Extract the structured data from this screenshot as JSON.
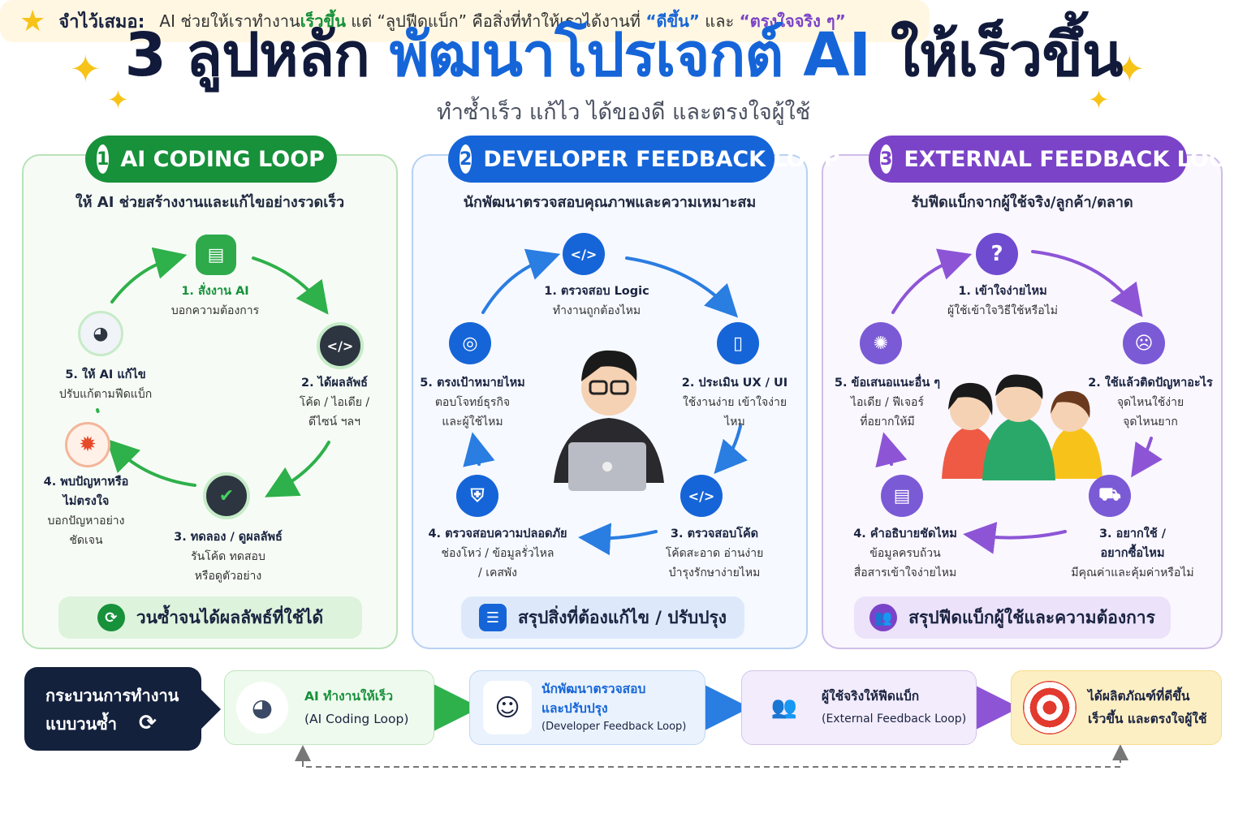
{
  "title": {
    "part1": "3 ลูปหลัก",
    "part2": "พัฒนาโปรเจกต์ AI",
    "part3": "ให้เร็วขึ้น"
  },
  "subtitle": "ทำซ้ำเร็ว แก้ไว ได้ของดี และตรงใจผู้ใช้",
  "colors": {
    "green": "#17913a",
    "blue": "#1565d8",
    "purple": "#7b43c8",
    "navy": "#111a3a",
    "yellow": "#f7c318"
  },
  "loops": [
    {
      "num": "1",
      "title": "AI CODING LOOP",
      "tagline": "ให้ AI ช่วยสร้างงานและแก้ไขอย่างรวดเร็ว",
      "steps": [
        {
          "title": "1. สั่งงาน AI",
          "desc": [
            "บอกความต้องการ"
          ],
          "icon": "chat-icon"
        },
        {
          "title": "2. ได้ผลลัพธ์",
          "desc": [
            "โค้ด / ไอเดีย /",
            "ดีไซน์ ฯลฯ"
          ],
          "icon": "code-window-icon"
        },
        {
          "title": "3. ทดลอง / ดูผลลัพธ์",
          "desc": [
            "รันโค้ด ทดสอบ",
            "หรือดูตัวอย่าง"
          ],
          "icon": "monitor-check-icon"
        },
        {
          "title": "4. พบปัญหาหรือ",
          "title2": "ไม่ตรงใจ",
          "desc": [
            "บอกปัญหาอย่าง",
            "ชัดเจน"
          ],
          "icon": "bug-icon"
        },
        {
          "title": "5. ให้ AI แก้ไข",
          "desc": [
            "ปรับแก้ตามฟีดแบ็ก"
          ],
          "icon": "robot-icon"
        }
      ],
      "footer": "วนซ้ำจนได้ผลลัพธ์ที่ใช้ได้"
    },
    {
      "num": "2",
      "title": "DEVELOPER FEEDBACK LOOP",
      "tagline": "นักพัฒนาตรวจสอบคุณภาพและความเหมาะสม",
      "steps": [
        {
          "title": "1. ตรวจสอบ Logic",
          "desc": [
            "ทำงานถูกต้องไหม"
          ],
          "icon": "code-icon"
        },
        {
          "title": "2. ประเมิน UX / UI",
          "desc": [
            "ใช้งานง่าย เข้าใจง่ายไหม"
          ],
          "icon": "phone-icon"
        },
        {
          "title": "3. ตรวจสอบโค้ด",
          "desc": [
            "โค้ดสะอาด อ่านง่าย",
            "บำรุงรักษาง่ายไหม"
          ],
          "icon": "code-icon"
        },
        {
          "title": "4. ตรวจสอบความปลอดภัย",
          "desc": [
            "ช่องโหว่ / ข้อมูลรั่วไหล",
            "/ เคสพัง"
          ],
          "icon": "shield-icon"
        },
        {
          "title": "5. ตรงเป้าหมายไหม",
          "desc": [
            "ตอบโจทย์ธุรกิจ",
            "และผู้ใช้ไหม"
          ],
          "icon": "target-icon"
        }
      ],
      "footer": "สรุปสิ่งที่ต้องแก้ไข / ปรับปรุง"
    },
    {
      "num": "3",
      "title": "EXTERNAL FEEDBACK LOOP",
      "tagline": "รับฟีดแบ็กจากผู้ใช้จริง/ลูกค้า/ตลาด",
      "steps": [
        {
          "title": "1. เข้าใจง่ายไหม",
          "desc": [
            "ผู้ใช้เข้าใจวิธีใช้หรือไม่"
          ],
          "icon": "question-icon"
        },
        {
          "title": "2. ใช้แล้วติดปัญหาอะไร",
          "desc": [
            "จุดไหนใช้ง่าย",
            "จุดไหนยาก"
          ],
          "icon": "sad-face-icon"
        },
        {
          "title": "3. อยากใช้ /",
          "title2": "อยากซื้อไหม",
          "desc": [
            "มีคุณค่าและคุ้มค่าหรือไม่"
          ],
          "icon": "cart-icon"
        },
        {
          "title": "4. คำอธิบายชัดไหม",
          "desc": [
            "ข้อมูลครบถ้วน",
            "สื่อสารเข้าใจง่ายไหม"
          ],
          "icon": "document-icon"
        },
        {
          "title": "5. ข้อเสนอแนะอื่น ๆ",
          "desc": [
            "ไอเดีย / ฟีเจอร์",
            "ที่อยากให้มี"
          ],
          "icon": "lightbulb-icon"
        }
      ],
      "footer": "สรุปฟีดแบ็กผู้ใช้และความต้องการ"
    }
  ],
  "flow": {
    "label": [
      "กระบวนการทำงาน",
      "แบบวนซ้ำ"
    ],
    "steps": [
      {
        "line1": "AI ทำงานให้เร็ว",
        "line2": "(AI Coding Loop)"
      },
      {
        "line1": "นักพัฒนาตรวจสอบ",
        "line1b": "และปรับปรุง",
        "line2": "(Developer Feedback Loop)"
      },
      {
        "line1": "ผู้ใช้จริงให้ฟีดแบ็ก",
        "line2": "(External Feedback Loop)"
      },
      {
        "line1": "ได้ผลิตภัณฑ์ที่ดีขึ้น",
        "line2": "เร็วขึ้น และตรงใจผู้ใช้"
      }
    ]
  },
  "remember": {
    "label": "จำไว้เสมอ:",
    "text1": "AI ช่วยให้เราทำงาน",
    "hl1": "เร็วขึ้น",
    "text2": " แต่ “ลูปฟีดแบ็ก” คือสิ่งที่ทำให้เราได้งานที่ ",
    "hl2": "“ดีขึ้น”",
    "text3": " และ ",
    "hl3": "“ตรงใจจริง ๆ”"
  }
}
